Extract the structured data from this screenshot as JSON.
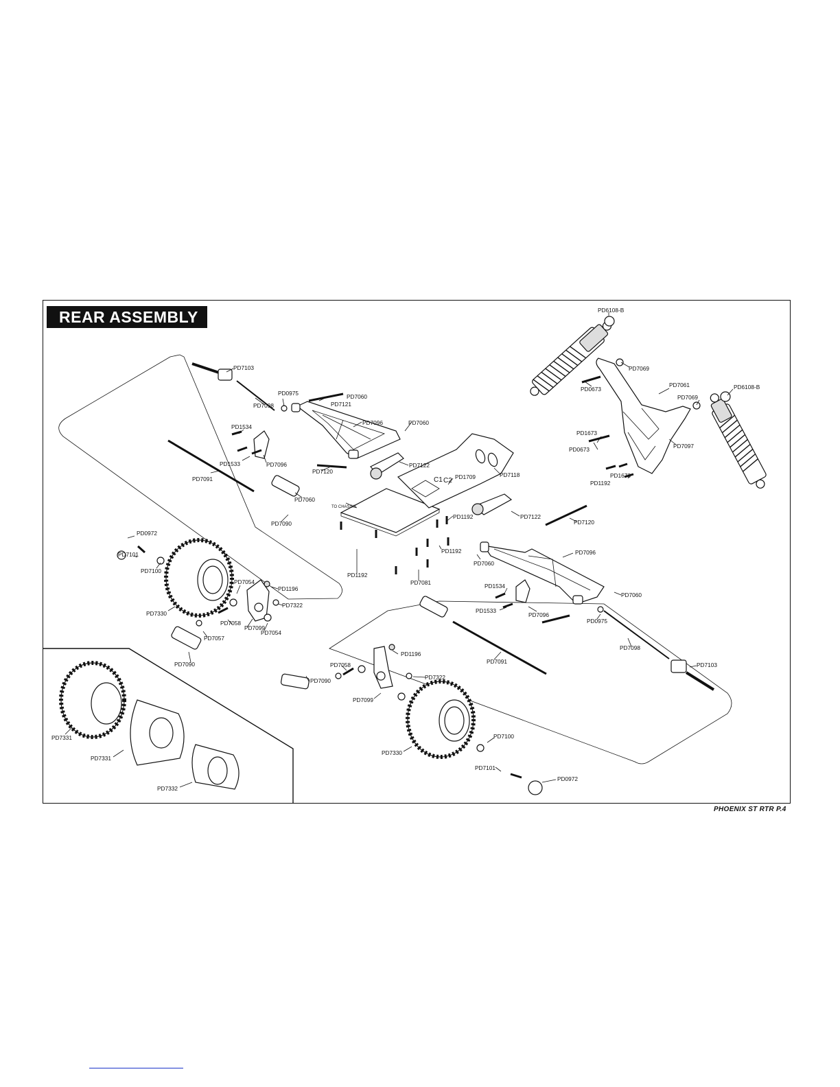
{
  "title": "REAR ASSEMBLY",
  "footer": "PHOENIX ST RTR P.4",
  "labels": {
    "pd6108b_top": "PD6108-B",
    "pd7069_a": "PD7069",
    "pd0673_a": "PD0673",
    "pd7061": "PD7061",
    "pd7069_b": "PD7069",
    "pd6108b_right": "PD6108-B",
    "pd1673_a": "PD1673",
    "pd0673_b": "PD0673",
    "pd7097": "PD7097",
    "pd1673_b": "PD1673",
    "pd1192_a": "PD1192",
    "pd7103_a": "PD7103",
    "pd0975_a": "PD0975",
    "pd7060_a": "PD7060",
    "pd7098_a": "PD7098",
    "pd7121": "PD7121",
    "pd7096_a": "PD7096",
    "pd1534_a": "PD1534",
    "pd7060_b": "PD7060",
    "pd1533_a": "PD1533",
    "pd7096_b": "PD7096",
    "pd7122_a": "PD7122",
    "pd7091_a": "PD7091",
    "c1": "C1",
    "c2": "C2",
    "pd1709": "PD1709",
    "pd7120_a": "PD7120",
    "pd7118": "PD7118",
    "pd7060_c": "PD7060",
    "to_chassis": "TO CHASSIS",
    "pd1192_b": "PD1192",
    "pd7122_b": "PD7122",
    "pd7090_a": "PD7090",
    "pd7120_b": "PD7120",
    "pd0972_a": "PD0972",
    "pd1192_c": "PD1192",
    "pd7101_a": "PD7101",
    "pd7096_c": "PD7096",
    "pd7100_a": "PD7100",
    "pd7060_d": "PD7060",
    "pd1192_d": "PD1192",
    "pd7081": "PD7081",
    "pd7054_a": "PD7054",
    "pd1196_a": "PD1196",
    "pd1534_b": "PD1534",
    "pd7322_a": "PD7322",
    "pd7060_e": "PD7060",
    "pd7330_a": "PD7330",
    "pd1533_b": "PD1533",
    "pd7058_a": "PD7058",
    "pd7096_d": "PD7096",
    "pd7099_a": "PD7099",
    "pd0975_b": "PD0975",
    "pd7054_b": "PD7054",
    "pd7057": "PD7057",
    "pd7098_b": "PD7098",
    "pd7090_b": "PD7090",
    "pd1196_b": "PD1196",
    "pd7091_b": "PD7091",
    "pd7058_b": "PD7058",
    "pd7103_b": "PD7103",
    "pd7322_b": "PD7322",
    "pd7090_c": "PD7090",
    "pd7099_b": "PD7099",
    "pd7331_a": "PD7331",
    "pd7100_b": "PD7100",
    "pd7331_b": "PD7331",
    "pd7330_b": "PD7330",
    "pd7101_b": "PD7101",
    "pd0972_b": "PD0972",
    "pd7332": "PD7332"
  }
}
